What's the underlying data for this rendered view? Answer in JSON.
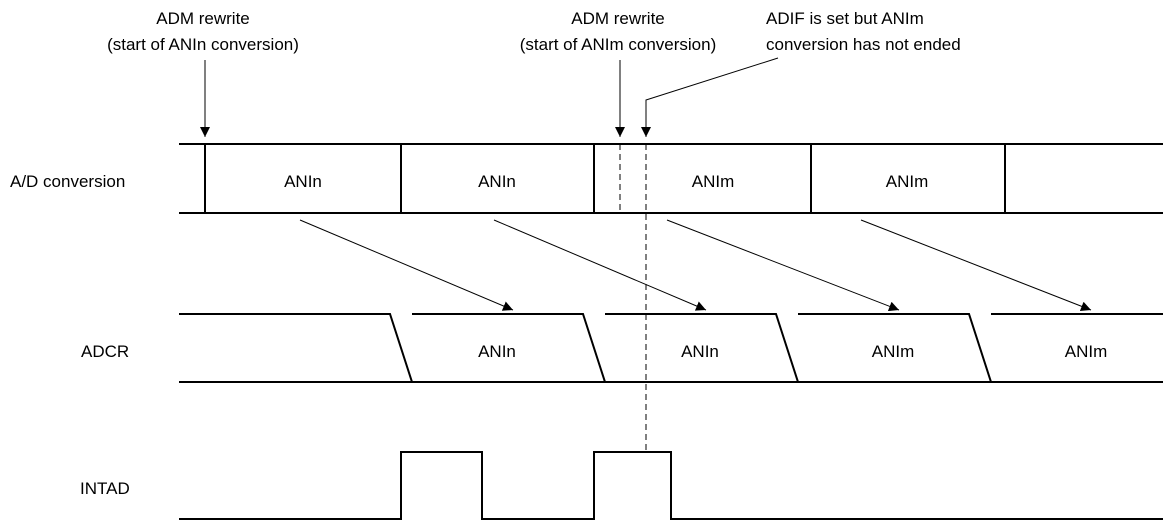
{
  "annotations": {
    "adm_rewrite_n": {
      "line1": "ADM rewrite",
      "line2": "(start of ANIn conversion)"
    },
    "adm_rewrite_m": {
      "line1": "ADM rewrite",
      "line2": "(start of ANIm conversion)"
    },
    "adif_note": {
      "line1": "ADIF is set but ANIm",
      "line2": "conversion has not ended"
    }
  },
  "signals": {
    "ad_conversion": {
      "label": "A/D conversion",
      "segments": [
        "ANIn",
        "ANIn",
        "ANIm",
        "ANIm"
      ]
    },
    "adcr": {
      "label": "ADCR",
      "segments": [
        "ANIn",
        "ANIn",
        "ANIm",
        "ANIm"
      ]
    },
    "intad": {
      "label": "INTAD"
    }
  },
  "colors": {
    "stroke": "#000000",
    "background": "#ffffff"
  }
}
